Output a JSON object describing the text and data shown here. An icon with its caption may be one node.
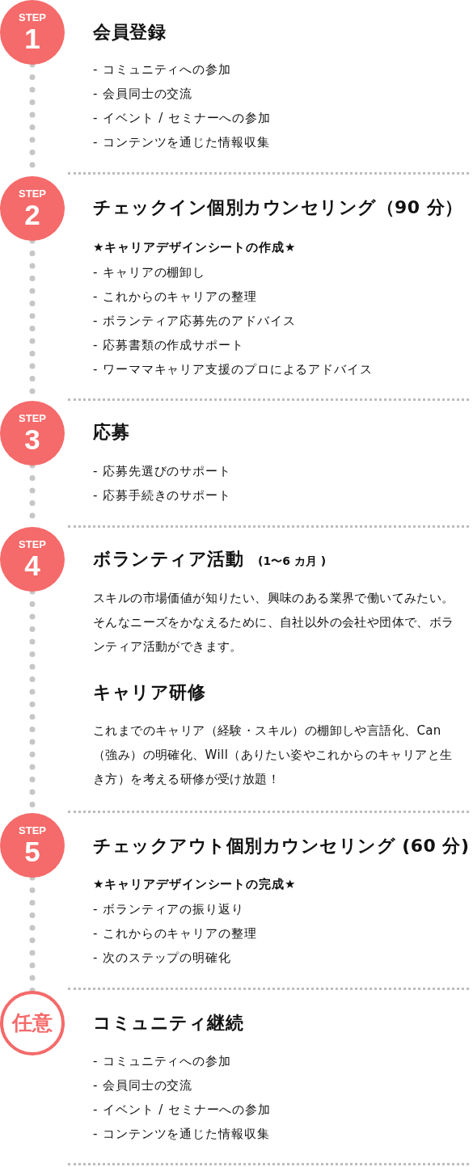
{
  "diagram": {
    "nodes": [
      {
        "text": [
          "STEP",
          "1"
        ],
        "beside": [
          "会員登録",
          "- コミュニティへの参加",
          "- 会員同士の交流",
          "- イベント / セミナーへの参加",
          "- コンテンツを通じた情報収集"
        ]
      },
      {
        "text": [
          "STEP",
          "2"
        ],
        "beside": [
          "チェックイン個別カウンセリング（90 分）",
          "★キャリアデザインシートの作成★",
          "- キャリアの棚卸し",
          "- これからのキャリアの整理",
          "- ボランティア応募先のアドバイス",
          "- 応募書類の作成サポート",
          "- ワーママキャリア支援のプロによるアドバイス"
        ]
      },
      {
        "text": [
          "STEP",
          "3"
        ],
        "beside": [
          "応募",
          "- 応募先選びのサポート",
          "- 応募手続きのサポート"
        ]
      },
      {
        "text": [
          "STEP",
          "4"
        ],
        "beside": [
          "ボランティア活動",
          "(1〜6 カ月 )",
          "スキルの市場価値が知りたい、興味のある業界で働いてみたい。そんなニーズをかなえるために、自社以外の会社や団体で、ボランティア活動ができます。",
          "キャリア研修",
          "これまでのキャリア（経験・スキル）の棚卸しや言語化、Can（強み）の明確化、Will（ありたい姿やこれからのキャリアと生き方）を考える研修が受け放題！"
        ]
      },
      {
        "text": [
          "STEP",
          "5"
        ],
        "beside": [
          "チェックアウト個別カウンセリング (60 分)",
          "★キャリアデザインシートの完成★",
          "- ボランティアの振り返り",
          "- これからのキャリアの整理",
          "- 次のステップの明確化"
        ]
      },
      {
        "text": [
          "任意"
        ],
        "beside": [
          "コミュニティ継続",
          "- コミュニティへの参加",
          "- 会員同士の交流",
          "- イベント / セミナーへの参加",
          "- コンテンツを通じた情報収集"
        ]
      }
    ],
    "edges": [
      {
        "from": 0,
        "to": 1,
        "arrow": "none",
        "style": "dashed"
      },
      {
        "from": 1,
        "to": 2,
        "arrow": "none",
        "style": "dashed"
      },
      {
        "from": 2,
        "to": 3,
        "arrow": "none",
        "style": "dashed"
      },
      {
        "from": 3,
        "to": 4,
        "arrow": "none",
        "style": "dashed"
      },
      {
        "from": 4,
        "to": 5,
        "arrow": "none",
        "style": "dashed"
      }
    ]
  }
}
